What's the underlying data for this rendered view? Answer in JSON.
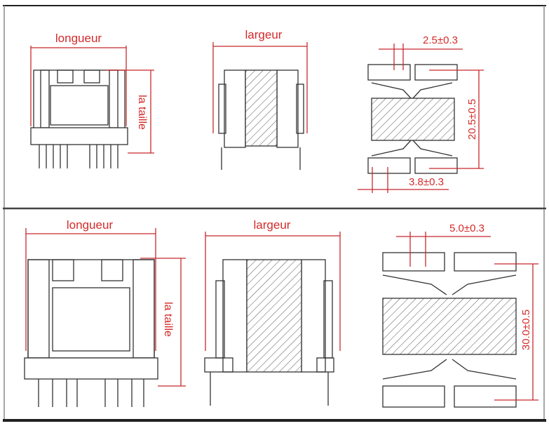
{
  "top_panel": {
    "front": {
      "dimension_width": "longueur",
      "dimension_height": "la taille"
    },
    "side": {
      "dimension_width": "largeur"
    },
    "bottom_view": {
      "pin_pitch_top": "2.5±0.3",
      "height": "20.5±0.5",
      "pin_pitch_bottom": "3.8±0.3"
    }
  },
  "bottom_panel": {
    "front": {
      "dimension_width": "longueur",
      "dimension_height": "la taille"
    },
    "side": {
      "dimension_width": "largeur"
    },
    "bottom_view": {
      "pin_pitch_top": "5.0±0.3",
      "height": "30.0±0.5"
    }
  },
  "colors": {
    "dimension": "#c8282d",
    "outline": "#333333",
    "frame": "#222222"
  }
}
